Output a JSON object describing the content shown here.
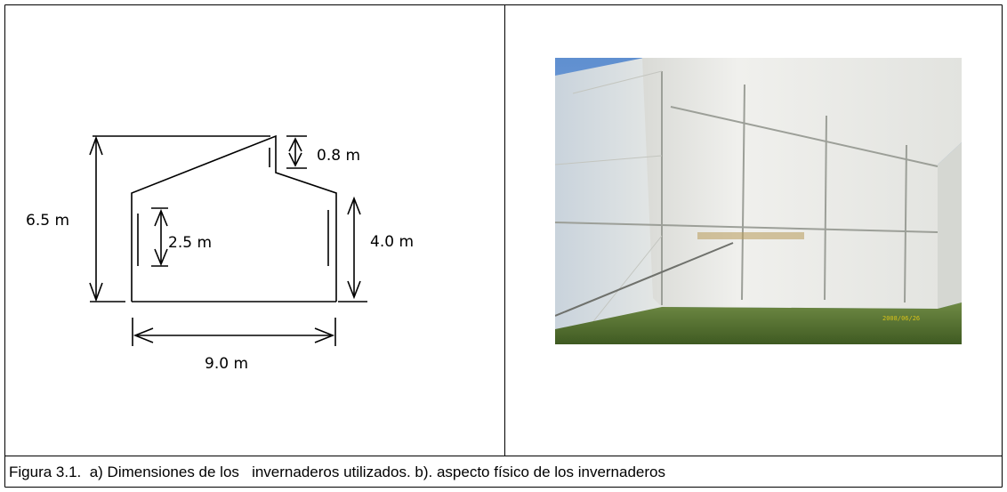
{
  "diagram": {
    "labels": {
      "height_total": "6.5 m",
      "roof_step": "0.8 m",
      "window_height": "2.5 m",
      "wall_height": "4.0 m",
      "width": "9.0 m"
    }
  },
  "photo": {
    "date_stamp": "2008/06/26",
    "colors": {
      "sky": "#6b9ad6",
      "wall": "#e9e9e6",
      "grass": "#5f7d36"
    }
  },
  "caption": {
    "text": "Figura 3.1.  a) Dimensiones de los   invernaderos utilizados. b). aspecto físico de los invernaderos"
  }
}
